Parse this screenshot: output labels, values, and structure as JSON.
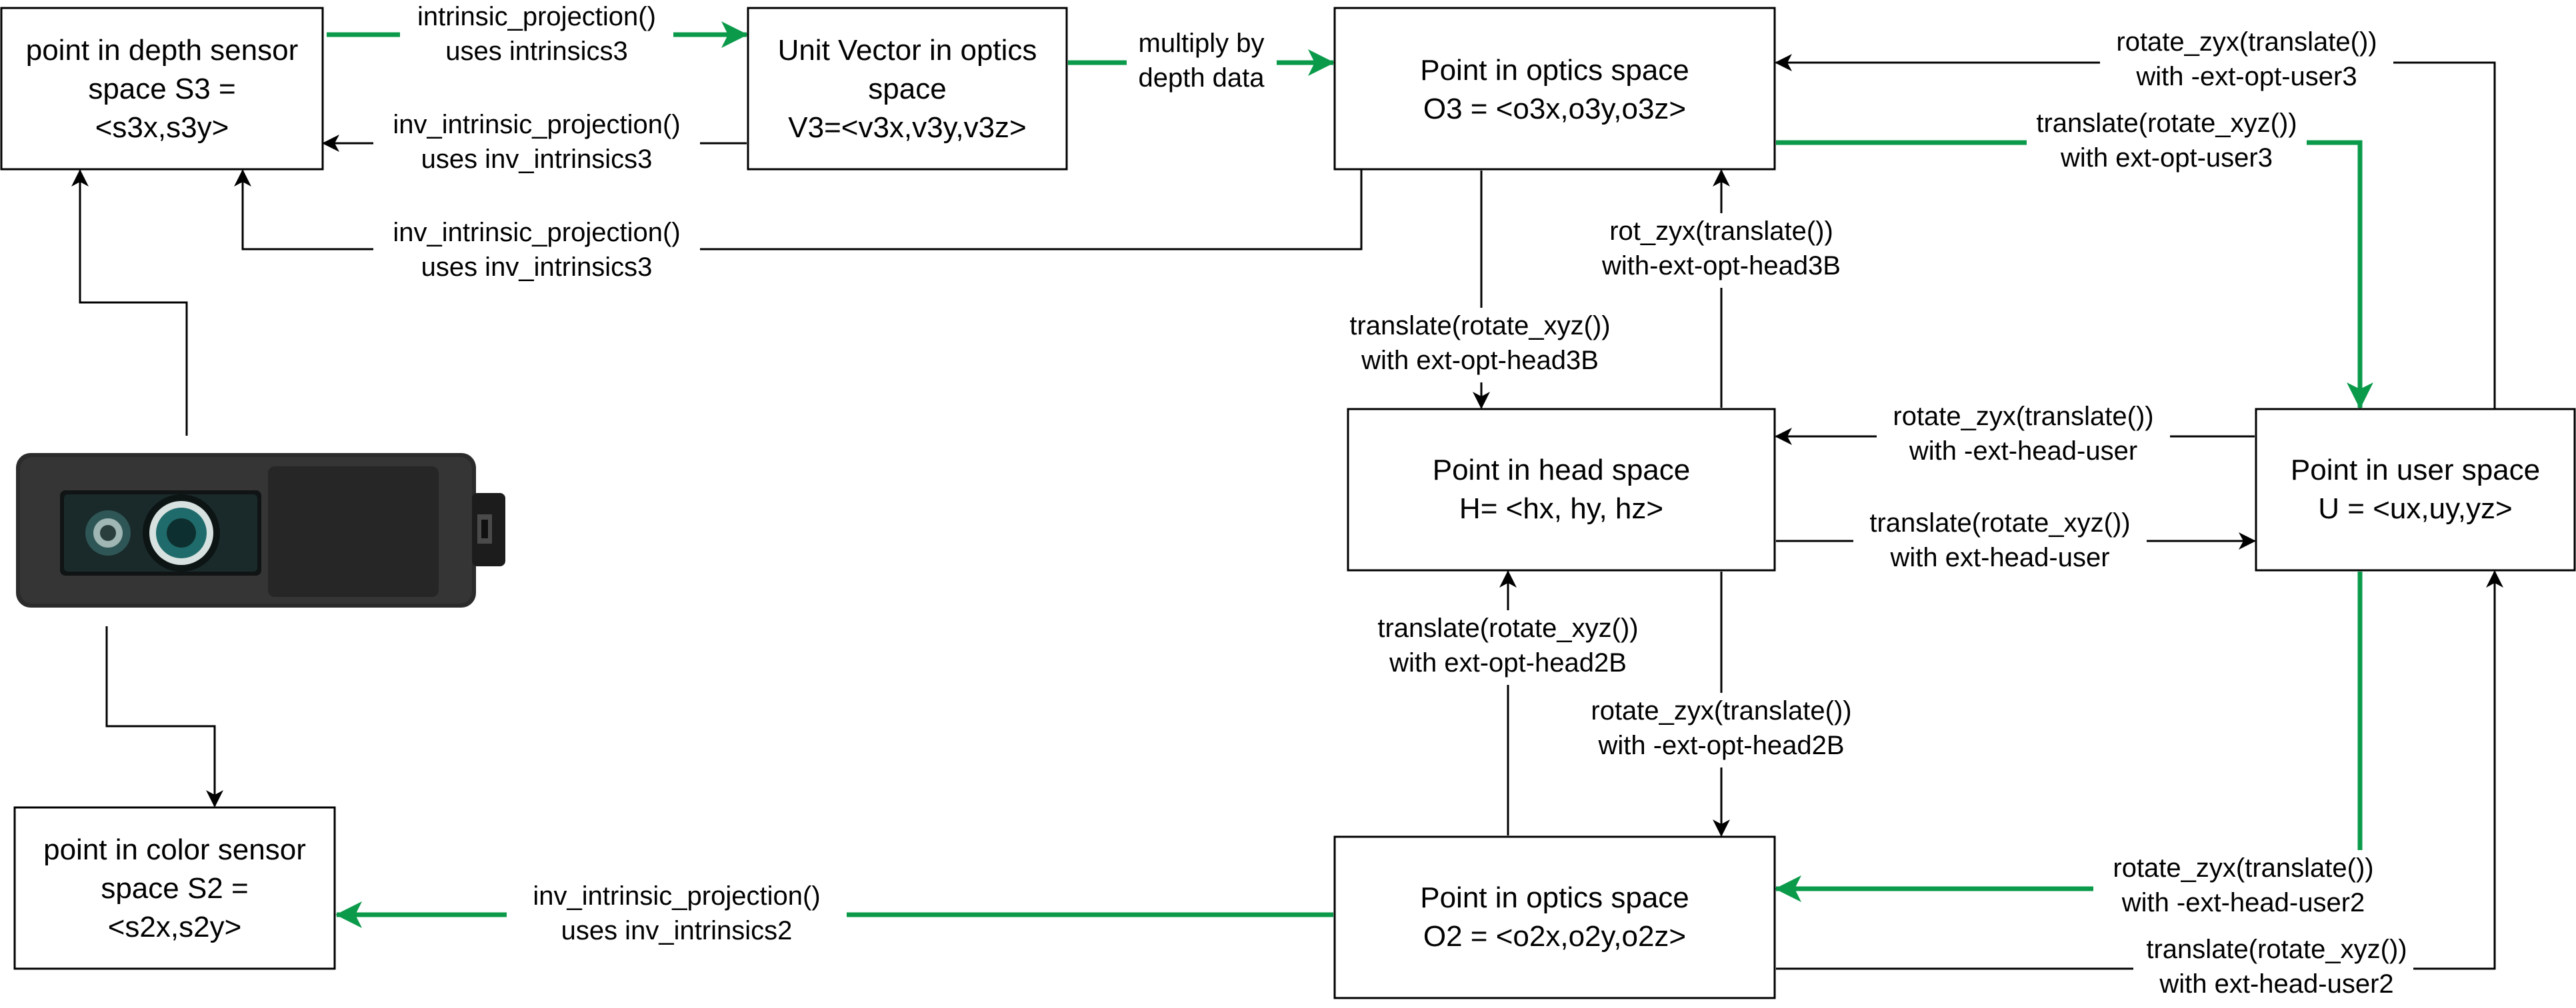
{
  "nodes": {
    "depth_sensor": [
      "point in depth sensor",
      "space S3 =",
      "<s3x,s3y>"
    ],
    "unit_vector": [
      "Unit Vector in optics",
      "space",
      "V3=<v3x,v3y,v3z>"
    ],
    "optics3": [
      "Point in optics space",
      "O3 = <o3x,o3y,o3z>"
    ],
    "head": [
      "Point in head space",
      "H= <hx, hy, hz>"
    ],
    "user": [
      "Point in user space",
      "U = <ux,uy,yz>"
    ],
    "optics2": [
      "Point in optics space",
      "O2 = <o2x,o2y,o2z>"
    ],
    "color_sensor": [
      "point in color sensor",
      "space S2 =",
      "<s2x,s2y>"
    ]
  },
  "edges": {
    "e_s3_v3": [
      "intrinsic_projection()",
      "uses intrinsics3"
    ],
    "e_v3_s3": [
      "inv_intrinsic_projection()",
      "uses inv_intrinsics3"
    ],
    "e_v3_o3": [
      "multiply by",
      "depth data"
    ],
    "e_o3_s3": [
      "inv_intrinsic_projection()",
      "uses inv_intrinsics3"
    ],
    "e_u_o3": [
      "rotate_zyx(translate())",
      "with -ext-opt-user3"
    ],
    "e_o3_u": [
      "translate(rotate_xyz())",
      "with ext-opt-user3"
    ],
    "e_o3_h": [
      "translate(rotate_xyz())",
      "with ext-opt-head3B"
    ],
    "e_h_o3": [
      "rot_zyx(translate())",
      "with-ext-opt-head3B"
    ],
    "e_u_h": [
      "rotate_zyx(translate())",
      "with -ext-head-user"
    ],
    "e_h_u": [
      "translate(rotate_xyz())",
      "with ext-head-user"
    ],
    "e_o2_h": [
      "translate(rotate_xyz())",
      "with ext-opt-head2B"
    ],
    "e_h_o2": [
      "rotate_zyx(translate())",
      "with -ext-opt-head2B"
    ],
    "e_u_o2": [
      "rotate_zyx(translate())",
      "with -ext-head-user2"
    ],
    "e_o2_u": [
      "translate(rotate_xyz())",
      "with ext-head-user2"
    ],
    "e_o2_s2": [
      "inv_intrinsic_projection()",
      "uses inv_intrinsics2"
    ]
  },
  "colors": {
    "flow_green": "#0a9a4a",
    "line_black": "#000000",
    "camera_body": "#2b2b2b",
    "camera_lens": "#1f6b6b"
  },
  "icons": {
    "camera": "depth-camera-device"
  }
}
